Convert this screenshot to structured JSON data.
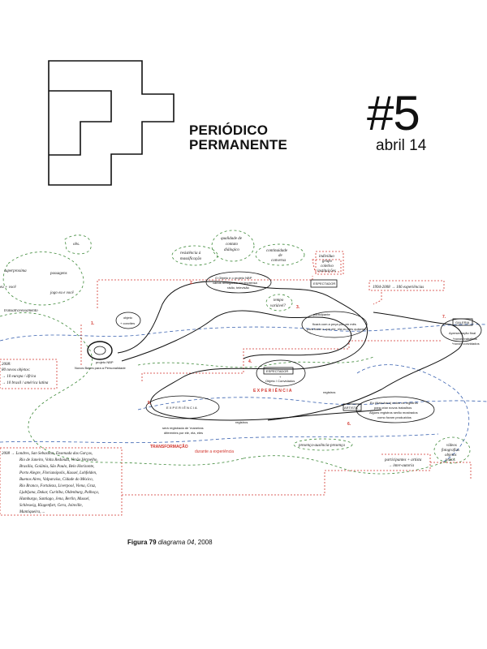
{
  "publication": {
    "title_line1": "PERIÓDICO",
    "title_line2": "PERMANENTE",
    "issue": "#5",
    "date": "abril 14"
  },
  "colors": {
    "ink": "#111111",
    "red": "#d2342c",
    "green": "#3f8a3a",
    "blue": "#3a62b0"
  },
  "diagram": {
    "top_notes": {
      "obs": "obs.",
      "superproxima": "superproxima",
      "passagens": "passagens",
      "jogo_eu_voce": "jogo eu e você",
      "eu_voce": "eu + você",
      "transatravessamento": "transatravessamento"
    },
    "top_bubbles": {
      "resistencia_1": "resistência à",
      "resistencia_2": "massificação",
      "qualidade_1": "qualidade de",
      "qualidade_2": "contato",
      "qualidade_3": "diálogico",
      "continuidade_1": "continuidade",
      "continuidade_2": "de",
      "continuidade_3": "conversa",
      "tempo_1": "tempo",
      "tempo_2": "variável?"
    },
    "institutions": [
      "indivíduo",
      "grupo",
      "coletivo",
      "instituições"
    ],
    "experiences_range": "1994-2008 → 106 experiências",
    "nodes": {
      "n2_line1": "O Objeto e o projeto NBP",
      "n2_line2": "vários divulgados via imprensa",
      "n2_line3": "rádio, televisão",
      "objeto_line1": "objeto",
      "objeto_line2": "+ convites",
      "espectador": "ESPECTADOR",
      "participante": "participante",
      "ficara_1": "ficará com a peça por um mês",
      "ficara_2": "para fazer o que ele, ela ou eles quiserem",
      "galeria": "GALERIA",
      "apresentacao": "Apresentação final",
      "novos_1": "*novos trabalhos",
      "novos_2": "*novos convidados",
      "espectador2": "ESPECTADOR",
      "plus": "+",
      "objeto_convidados": "Objeto / Convidados",
      "projeto_nbp": "projeto NBP",
      "novos_bases": "Novos Bases para a Personalidade",
      "experiencia_red": "E X P E R I Ê N C I A",
      "experiencia_box": "E X P E R I Ê N C I A",
      "registrada_1": "será registrada de 'maneiras",
      "registrada_2": "diferentes por ele, ela, eles",
      "registros": "registros",
      "registros2": "registros",
      "artista": "ARTISTA",
      "artista_text_1": "Eu (Nabuhara) estou os registros",
      "artista_text_2": "para criar novos trabalhos",
      "artista_text_3": "Alguns registros serão mostrados",
      "artista_text_4": "como foram produzidos",
      "transformacao": "TRANSFORMAÇÃO",
      "durante": "durante a experiência",
      "presenca": "presença-ausência-presença",
      "participantes": "participantes + artista",
      "inter_autoria": "→ inter-autoria",
      "videos_1": "vídeos",
      "videos_2": "fotografias",
      "videos_3": "objetos",
      "videos_4": "textos"
    },
    "steps": [
      "1.",
      "2.",
      "3.",
      "4.",
      "5.",
      "6.",
      "7."
    ],
    "left_notes": {
      "year_line": "2008:",
      "objects_line": "80 novos objetos:",
      "europa": "→ 10 europa / áfrica",
      "brasil": "→ 10 brasil / américa latina"
    },
    "cities": [
      "2008 → Londres, San Sebastian, Ensenada das Garças,",
      "Rio de Janeiro, Volta Redonda, Verão Vermelho,",
      "Brasília, Goiânia, São Paulo, Belo Horizonte,",
      "Porto Alegre, Florianópolis, Kassel, Lohfelden,",
      "Buenos Aires, Valparaíso, Cidade do México,",
      "Rio Branco, Fortaleza, Liverpool, Viena, Graz,",
      "Ljubljana, Dakar, Curitiba, Oldenburg, Palhoça,",
      "Hamburgo, Santiago, Jena, Berlin, Mussel,",
      "Schleswig, Klagenfurt, Gera, Joinville,",
      "Mantiqueira, ..."
    ]
  },
  "caption": {
    "figure": "Figura 79",
    "title": "diagrama 04",
    "year": ", 2008"
  }
}
